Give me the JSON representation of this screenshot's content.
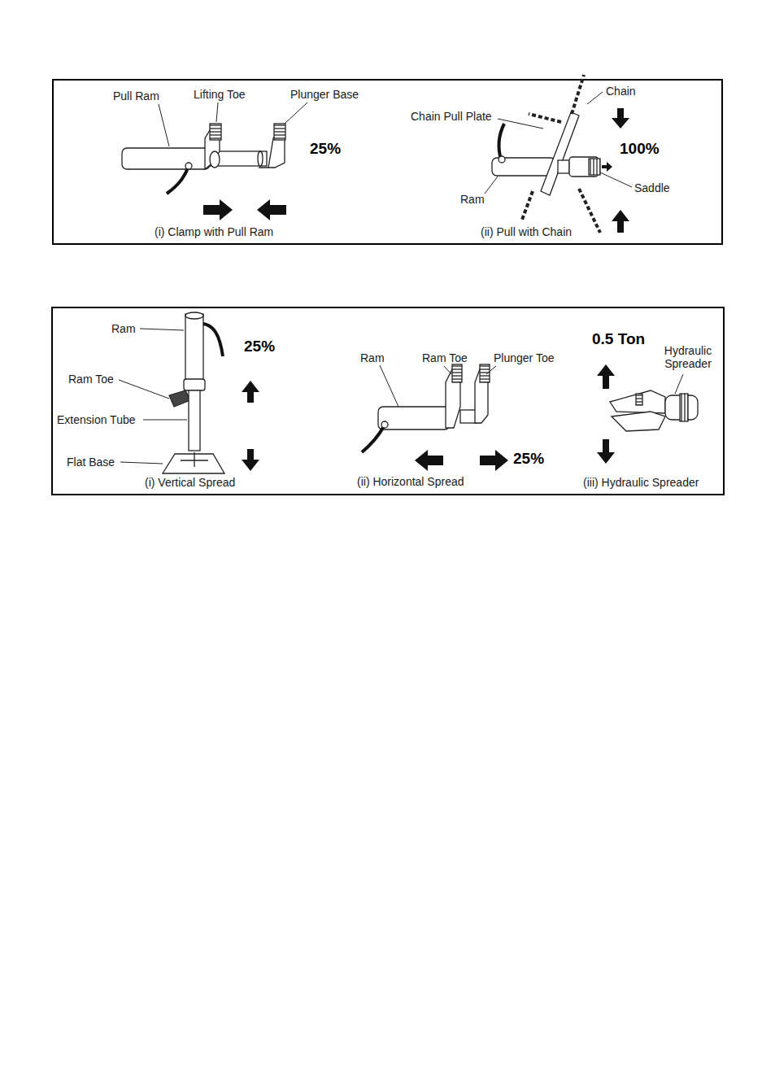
{
  "diagram": {
    "labels": [
      "Pull Ram",
      "Lifting Toe",
      "Plunger Base",
      "25%",
      "(i) Clamp with Pull Ram",
      "Chain",
      "Chain Pull Plate",
      "100%",
      "Saddle",
      "Ram",
      "(ii) Pull with Chain",
      "Ram",
      "25%",
      "Ram Toe",
      "Extension Tube",
      "Flat Base",
      "(i) Vertical Spread",
      "Ram",
      "Ram Toe",
      "Plunger Toe",
      "25%",
      "(ii) Horizontal Spread",
      "0.5 Ton",
      "Hydraulic Spreader",
      "(iii) Hydraulic Spreader"
    ]
  }
}
